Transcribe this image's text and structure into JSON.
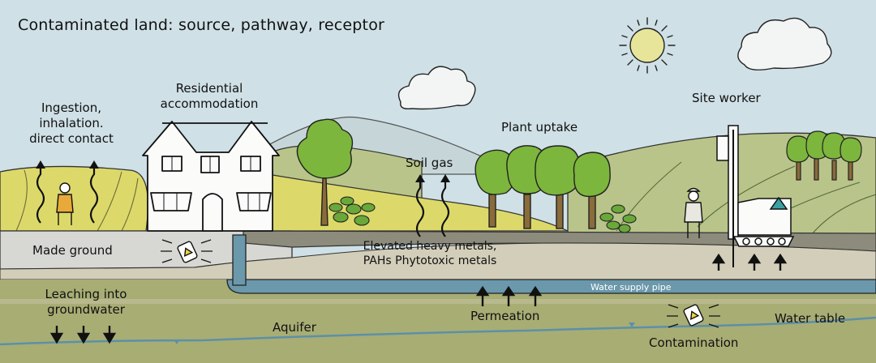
{
  "title": "Contaminated land: source, pathway, receptor",
  "labels": {
    "residential_line1": "Residential",
    "residential_line2": "accommodation",
    "ingestion_line1": "Ingestion,",
    "ingestion_line2": "inhalation.",
    "ingestion_line3": "direct contact",
    "soil_gas": "Soil gas",
    "plant_uptake": "Plant uptake",
    "site_worker": "Site worker",
    "made_ground": "Made ground",
    "elevated_line1": "Elevated heavy metals,",
    "elevated_line2": "PAHs Phytotoxic metals",
    "leaching_line1": "Leaching into",
    "leaching_line2": "groundwater",
    "water_supply_pipe": "Water supply pipe",
    "permeation": "Permeation",
    "aquifer": "Aquifer",
    "water_table": "Water table",
    "contamination": "Contamination"
  },
  "colors": {
    "sky": "#cfe0e6",
    "field_yellow": "#dcd96a",
    "field_green": "#b9c48a",
    "made_ground": "#d7d7d4",
    "soil_dark": "#8d8b7c",
    "soil_light": "#d2ceb9",
    "aquifer": "#a8ad74",
    "pipe": "#6b98ab",
    "tree_green": "#7cb63c",
    "sun": "#e7e59a"
  }
}
